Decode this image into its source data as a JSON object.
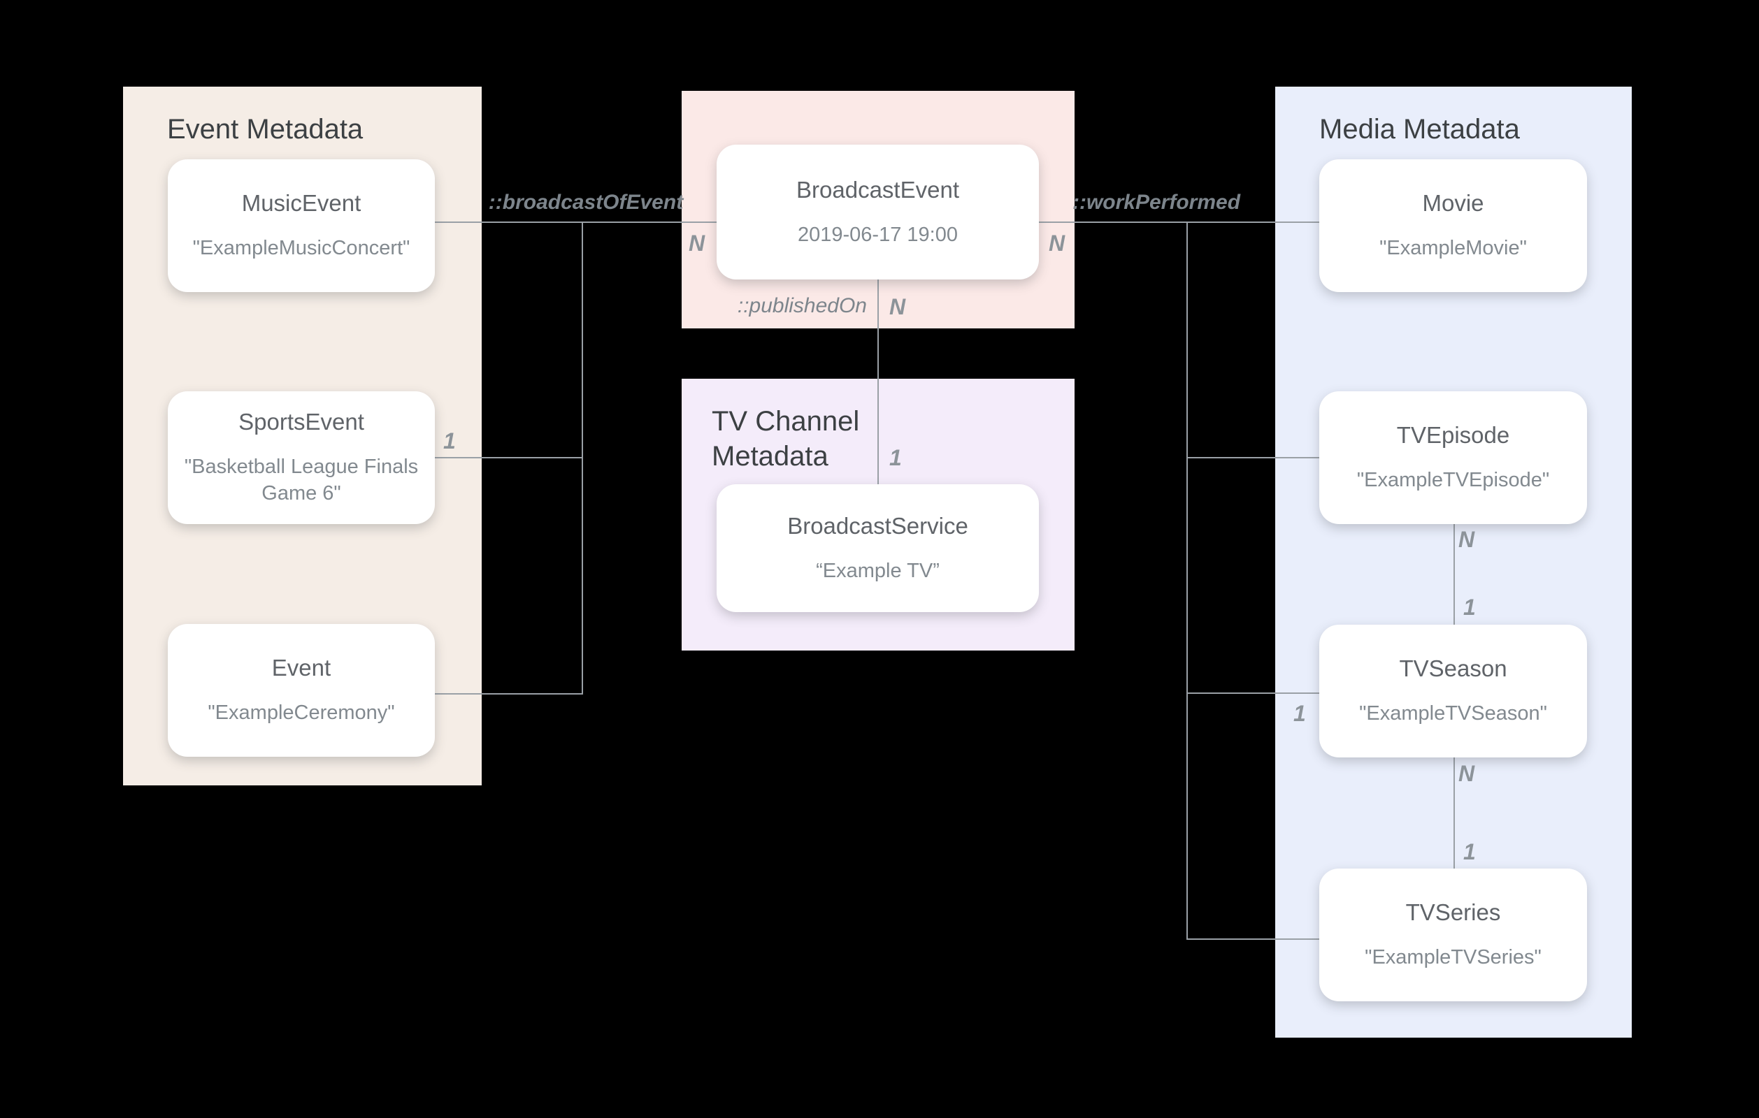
{
  "panels": [
    {
      "id": "event-metadata",
      "title": "Event Metadata",
      "cards": [
        {
          "id": "music-event",
          "title": "MusicEvent",
          "subtitle": "\"ExampleMusicConcert\""
        },
        {
          "id": "sports-event",
          "title": "SportsEvent",
          "subtitle": "\"Basketball League Finals Game 6\""
        },
        {
          "id": "event",
          "title": "Event",
          "subtitle": "\"ExampleCeremony\""
        }
      ]
    },
    {
      "id": "broadcast-event",
      "title": "",
      "cards": [
        {
          "id": "broadcast-event",
          "title": "BroadcastEvent",
          "subtitle": "2019-06-17 19:00"
        }
      ]
    },
    {
      "id": "tv-channel-metadata",
      "title": "TV Channel Metadata",
      "cards": [
        {
          "id": "broadcast-service",
          "title": "BroadcastService",
          "subtitle": "“Example TV”"
        }
      ]
    },
    {
      "id": "media-metadata",
      "title": "Media Metadata",
      "cards": [
        {
          "id": "movie",
          "title": "Movie",
          "subtitle": "\"ExampleMovie\""
        },
        {
          "id": "tv-episode",
          "title": "TVEpisode",
          "subtitle": "\"ExampleTVEpisode\""
        },
        {
          "id": "tv-season",
          "title": "TVSeason",
          "subtitle": "\"ExampleTVSeason\""
        },
        {
          "id": "tv-series",
          "title": "TVSeries",
          "subtitle": "\"ExampleTVSeries\""
        }
      ]
    }
  ],
  "relations": {
    "broadcast_of_event": "::broadcastOfEvent",
    "work_performed": "::workPerformed",
    "published_on": "::publishedOn"
  },
  "cardinalities": [
    {
      "id": "broadcast-of-event-n",
      "text": "N"
    },
    {
      "id": "work-performed-n",
      "text": "N"
    },
    {
      "id": "published-on-n",
      "text": "N"
    },
    {
      "id": "published-on-1",
      "text": "1"
    },
    {
      "id": "sports-event-1",
      "text": "1"
    },
    {
      "id": "tv-season-1",
      "text": "1"
    },
    {
      "id": "episode-season-n",
      "text": "N"
    },
    {
      "id": "episode-season-1",
      "text": "1"
    },
    {
      "id": "season-series-n",
      "text": "N"
    },
    {
      "id": "season-series-1",
      "text": "1"
    }
  ],
  "colors": {
    "background": "#000000",
    "panel_event": "#F5EDE6",
    "panel_broadcast": "#FBE9E7",
    "panel_tv_channel": "#F4ECFA",
    "panel_media": "#E9EEFB",
    "card": "#FFFFFF",
    "line": "#9AA0A6",
    "panel_title_text": "#3C4043",
    "card_title_text": "#5F6368",
    "card_subtitle_text": "#82898F",
    "relation_label_text": "#7D858C"
  }
}
